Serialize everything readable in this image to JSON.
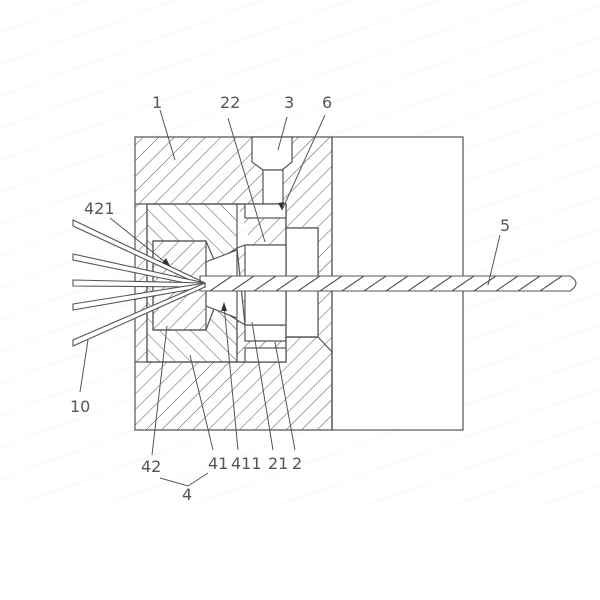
{
  "figure": {
    "labels": {
      "housing": "1",
      "part_22": "22",
      "bolt": "3",
      "part_6": "6",
      "part_421": "421",
      "cable": "5",
      "strands": "10",
      "part_42": "42",
      "part_41": "41",
      "part_411": "411",
      "part_21": "21",
      "part_2": "2",
      "assembly_4": "4"
    }
  }
}
